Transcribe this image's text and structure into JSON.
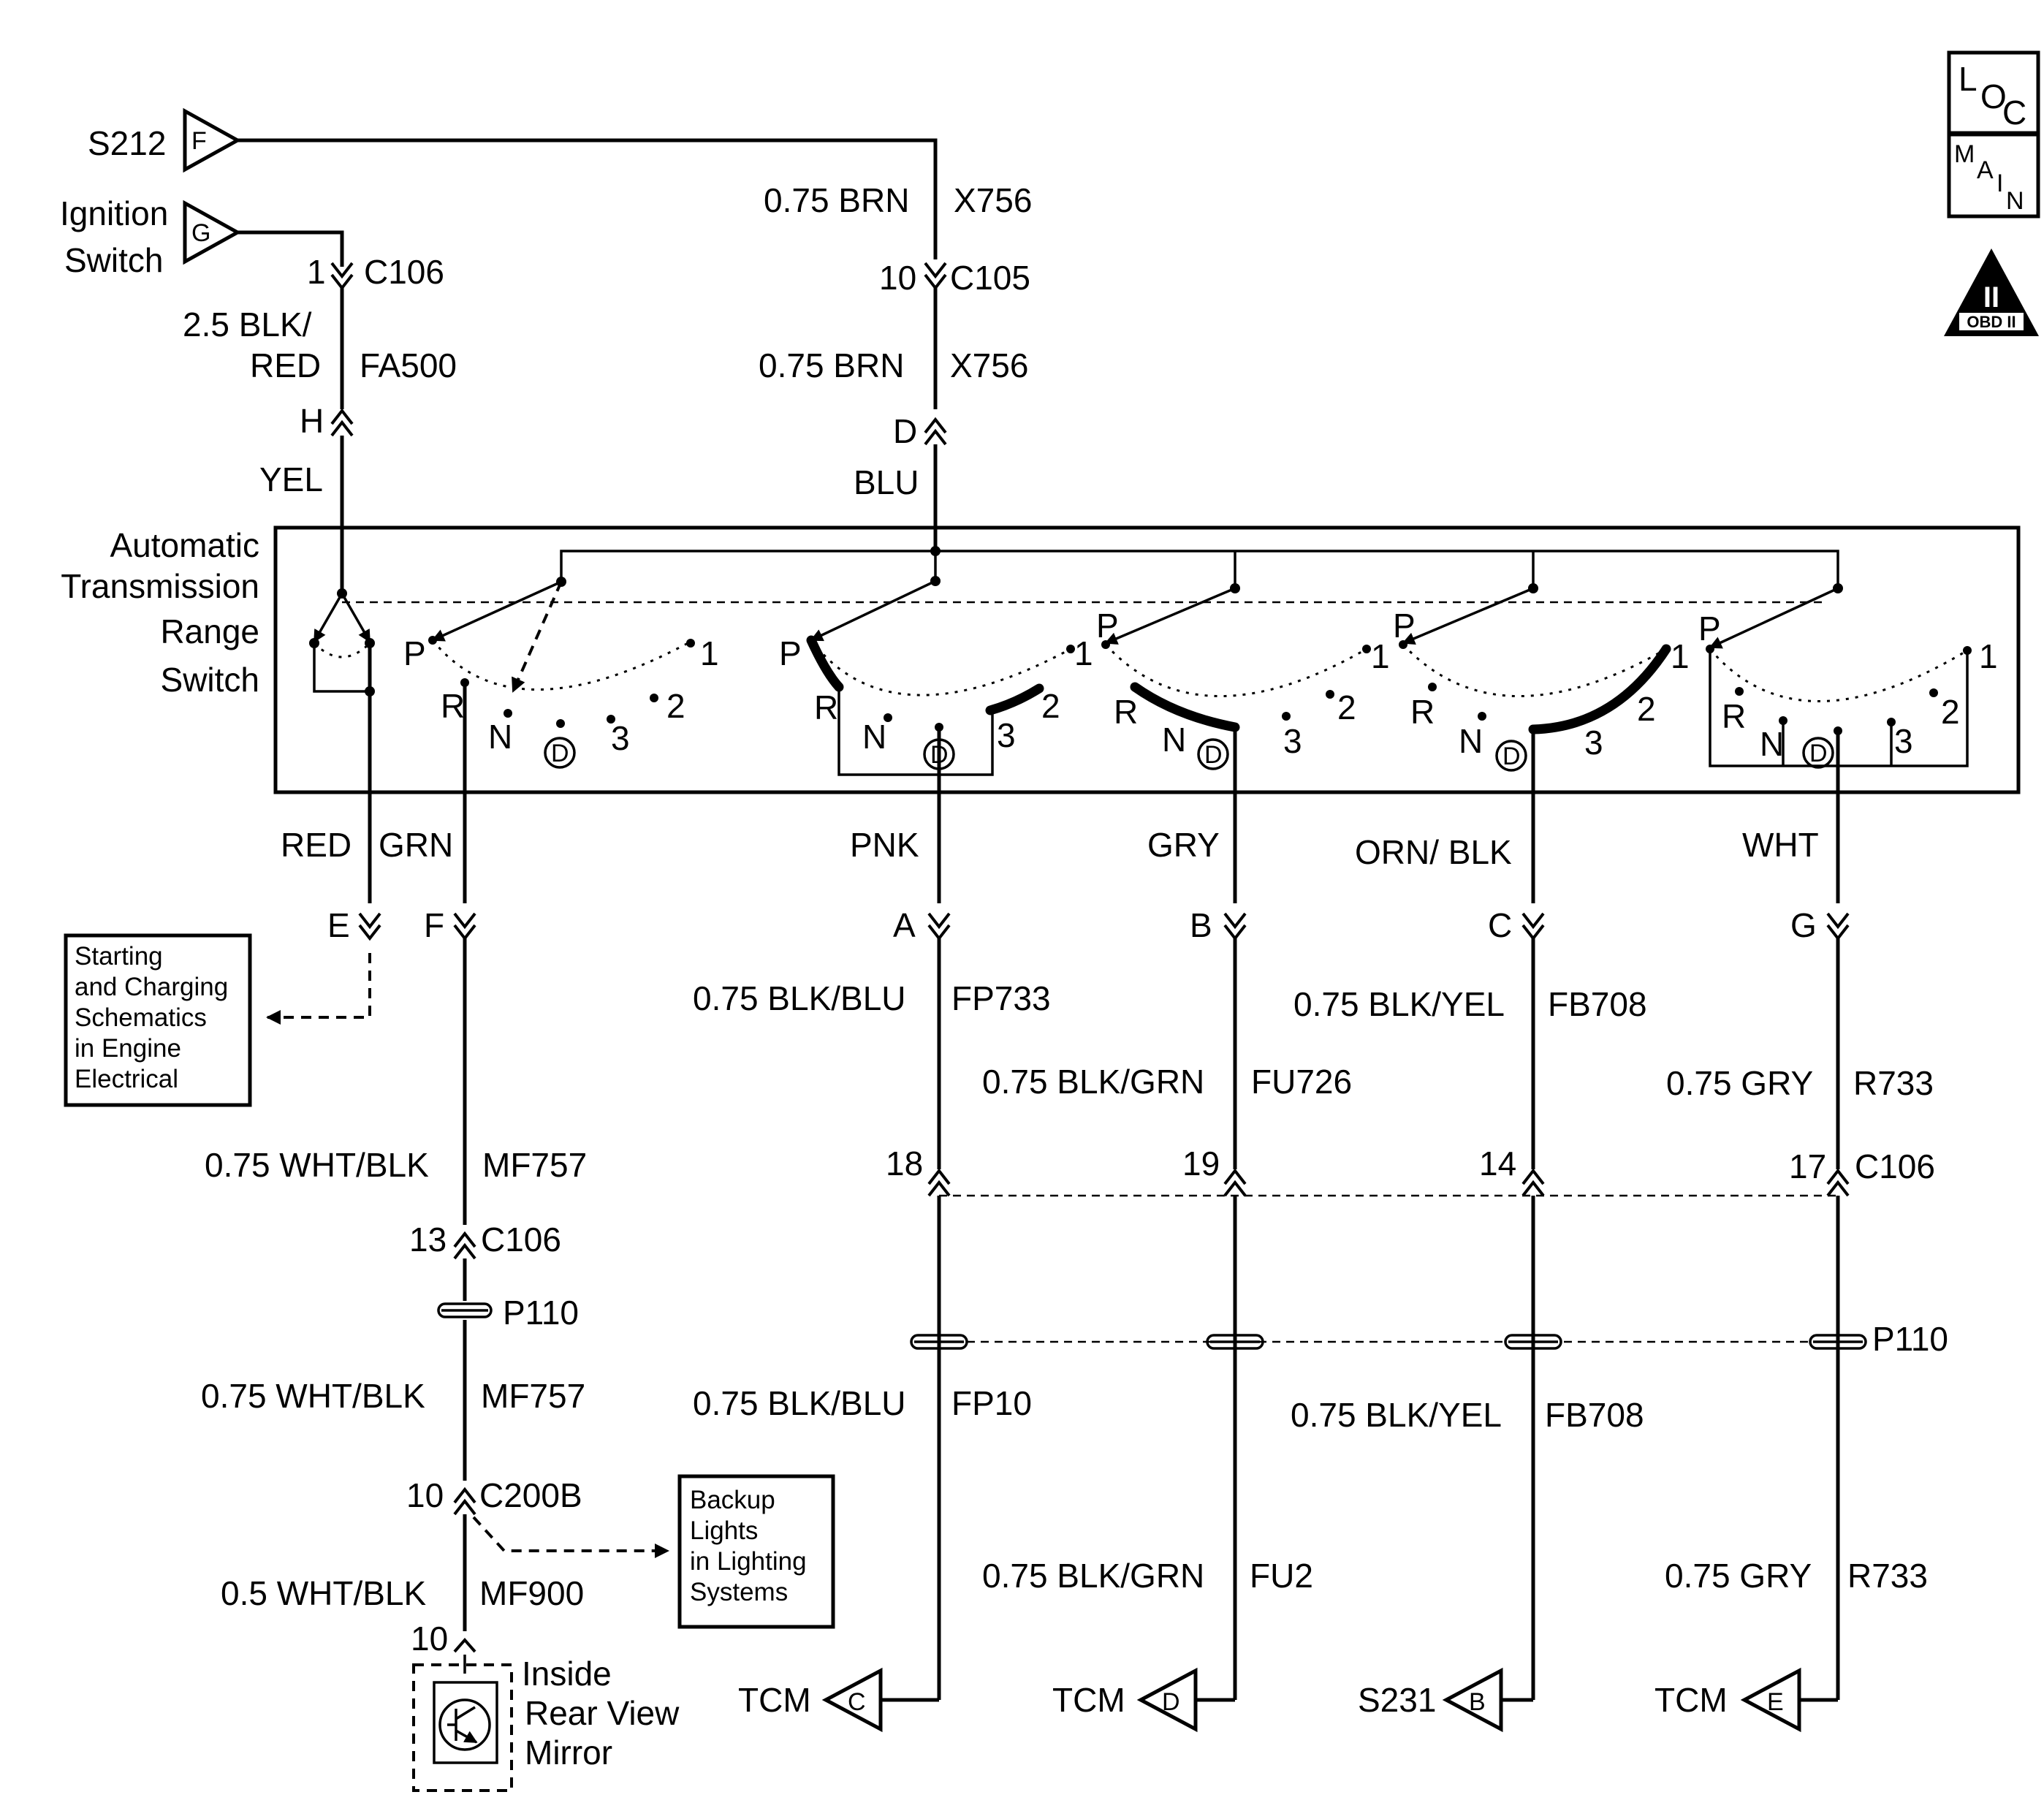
{
  "badges": {
    "loc": [
      "L",
      "O",
      "C"
    ],
    "main": [
      "M",
      "A",
      "I",
      "N"
    ],
    "obd": {
      "numeral": "II",
      "text": "OBD II"
    }
  },
  "inputs": {
    "s212": {
      "name": "S212",
      "terminal": "F"
    },
    "ignition": {
      "name_line1": "Ignition",
      "name_line2": "Switch",
      "terminal": "G"
    }
  },
  "wire_labels": {
    "c106_pin1": "1",
    "c106_a": "C106",
    "fa500_gauge1": "2.5 BLK/",
    "fa500_gauge2": "RED",
    "fa500": "FA500",
    "term_h": "H",
    "yel": "YEL",
    "brn_top": "0.75 BRN",
    "x756_top": "X756",
    "c105_pin": "10",
    "c105": "C105",
    "brn_bot": "0.75 BRN",
    "x756_bot": "X756",
    "term_d": "D",
    "blu": "BLU",
    "red": "RED",
    "grn": "GRN",
    "pnk": "PNK",
    "gry": "GRY",
    "orn_blk": "ORN/ BLK",
    "wht": "WHT",
    "term_e": "E",
    "term_f": "F",
    "term_a": "A",
    "term_b": "B",
    "term_c": "C",
    "term_g": "G",
    "fp733_g": "0.75 BLK/BLU",
    "fp733": "FP733",
    "fb708_g": "0.75 BLK/YEL",
    "fb708": "FB708",
    "fu726_g": "0.75 BLK/GRN",
    "fu726": "FU726",
    "r733_g": "0.75 GRY",
    "r733": "R733",
    "mf757_g1": "0.75 WHT/BLK",
    "mf757_1": "MF757",
    "pin18": "18",
    "pin19": "19",
    "pin14": "14",
    "pin17": "17",
    "c106_b": "C106",
    "pin13": "13",
    "c106_c": "C106",
    "p110_a": "P110",
    "p110_b": "P110",
    "mf757_g2": "0.75 WHT/BLK",
    "mf757_2": "MF757",
    "fp10_g": "0.75 BLK/BLU",
    "fp10": "FP10",
    "fb708b_g": "0.75 BLK/YEL",
    "fb708b": "FB708",
    "c200b_pin": "10",
    "c200b": "C200B",
    "mf900_g": "0.5 WHT/BLK",
    "mf900": "MF900",
    "fu2_g": "0.75 BLK/GRN",
    "fu2": "FU2",
    "r733b_g": "0.75 GRY",
    "r733b": "R733",
    "mirror_pin": "10"
  },
  "switch": {
    "title": [
      "Automatic",
      "Transmission",
      "Range",
      "Switch"
    ],
    "positions": [
      "P",
      "R",
      "N",
      "D",
      "3",
      "2",
      "1"
    ]
  },
  "refs": {
    "starting": [
      "Starting",
      "and Charging",
      "Schematics",
      "in Engine",
      "Electrical"
    ],
    "backup": [
      "Backup",
      "Lights",
      "in Lighting",
      "Systems"
    ]
  },
  "mirror": [
    "Inside",
    "Rear View",
    "Mirror"
  ],
  "outputs": [
    {
      "name": "TCM",
      "terminal": "C"
    },
    {
      "name": "TCM",
      "terminal": "D"
    },
    {
      "name": "S231",
      "terminal": "B"
    },
    {
      "name": "TCM",
      "terminal": "E"
    }
  ]
}
